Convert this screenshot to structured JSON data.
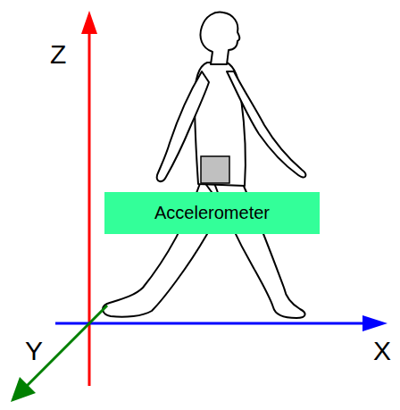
{
  "diagram": {
    "nodes": [
      {
        "text": [
          "Accelerometer"
        ]
      }
    ],
    "labels": [
      "Z",
      "Y",
      "X"
    ]
  }
}
